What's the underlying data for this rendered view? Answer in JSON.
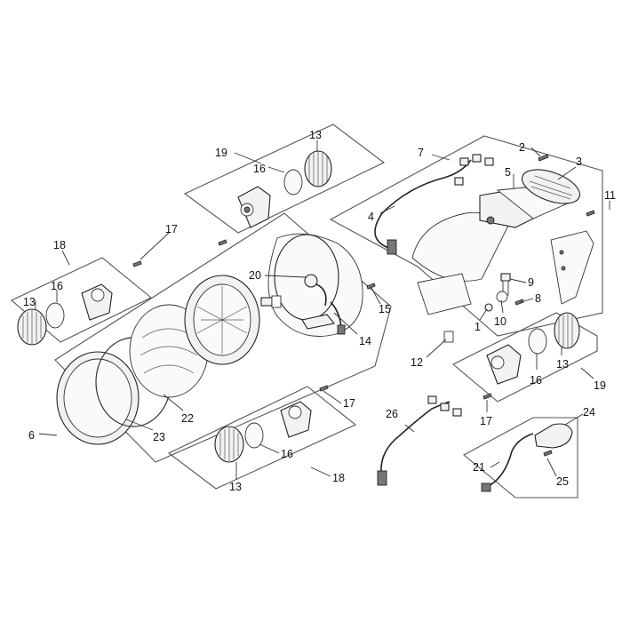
{
  "callouts": {
    "n1": "1",
    "n2": "2",
    "n3": "3",
    "n4": "4",
    "n5": "5",
    "n6": "6",
    "n7": "7",
    "n8": "8",
    "n9": "9",
    "n10": "10",
    "n11": "11",
    "n12": "12",
    "n13": "13",
    "n14": "14",
    "n15": "15",
    "n16": "16",
    "n17": "17",
    "n18": "18",
    "n19": "19",
    "n20": "20",
    "n21": "21",
    "n22": "22",
    "n23": "23",
    "n24": "24",
    "n25": "25",
    "n26": "26"
  }
}
